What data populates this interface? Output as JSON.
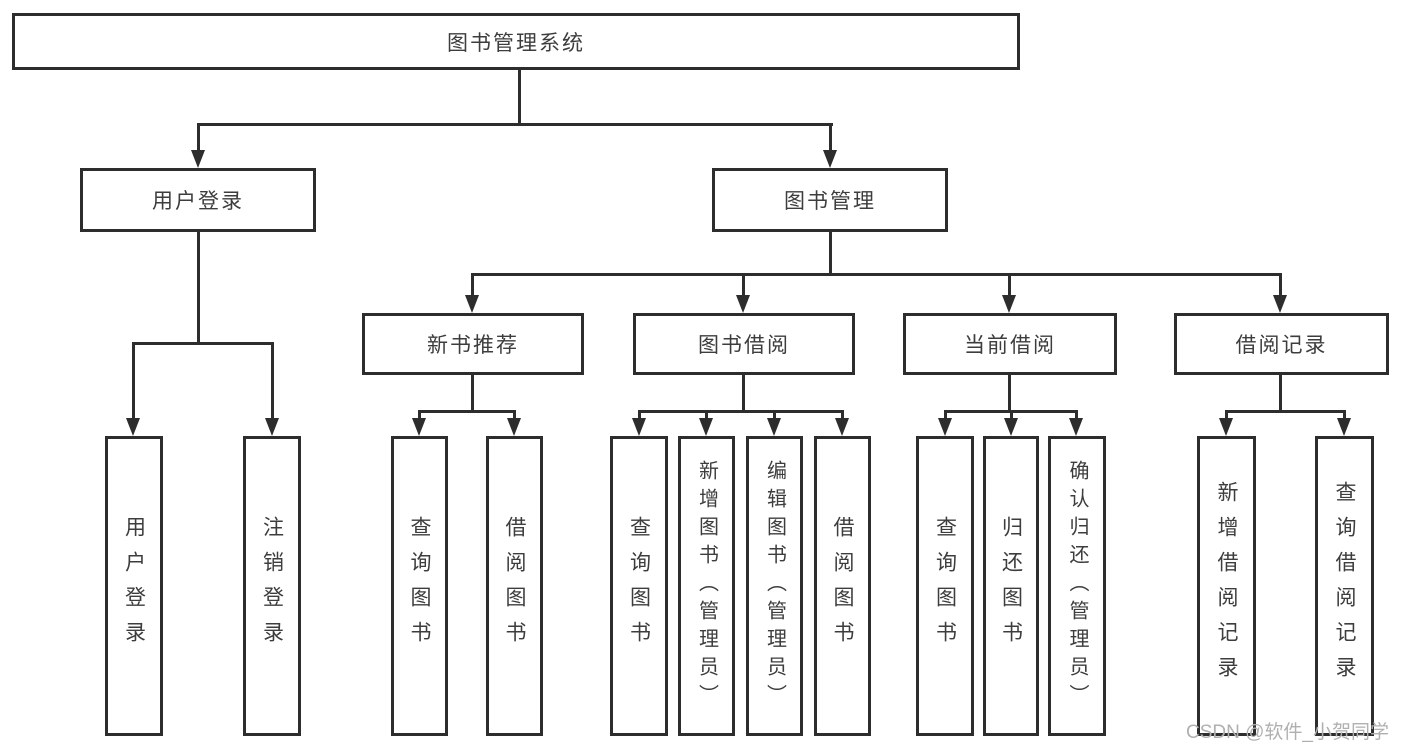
{
  "diagram": {
    "type": "hierarchy-tree",
    "root": {
      "label": "图书管理系统"
    },
    "branches": [
      {
        "label": "用户登录",
        "children": [
          {
            "label": "用户登录"
          },
          {
            "label": "注销登录"
          }
        ]
      },
      {
        "label": "图书管理",
        "children": [
          {
            "label": "新书推荐",
            "children": [
              {
                "label": "查询图书"
              },
              {
                "label": "借阅图书"
              }
            ]
          },
          {
            "label": "图书借阅",
            "children": [
              {
                "label": "查询图书"
              },
              {
                "label": "新增图书（管理员）"
              },
              {
                "label": "编辑图书（管理员）"
              },
              {
                "label": "借阅图书"
              }
            ]
          },
          {
            "label": "当前借阅",
            "children": [
              {
                "label": "查询图书"
              },
              {
                "label": "归还图书"
              },
              {
                "label": "确认归还（管理员）"
              }
            ]
          },
          {
            "label": "借阅记录",
            "children": [
              {
                "label": "新增借阅记录"
              },
              {
                "label": "查询借阅记录"
              }
            ]
          }
        ]
      }
    ]
  },
  "watermark": {
    "text": "CSDN @软件_小贺同学",
    "color": "#b0b0b0"
  },
  "colors": {
    "background": "#ffffff",
    "line": "#2d2d2d",
    "box_border": "#2d2d2d",
    "text": "#3d3d3d"
  }
}
